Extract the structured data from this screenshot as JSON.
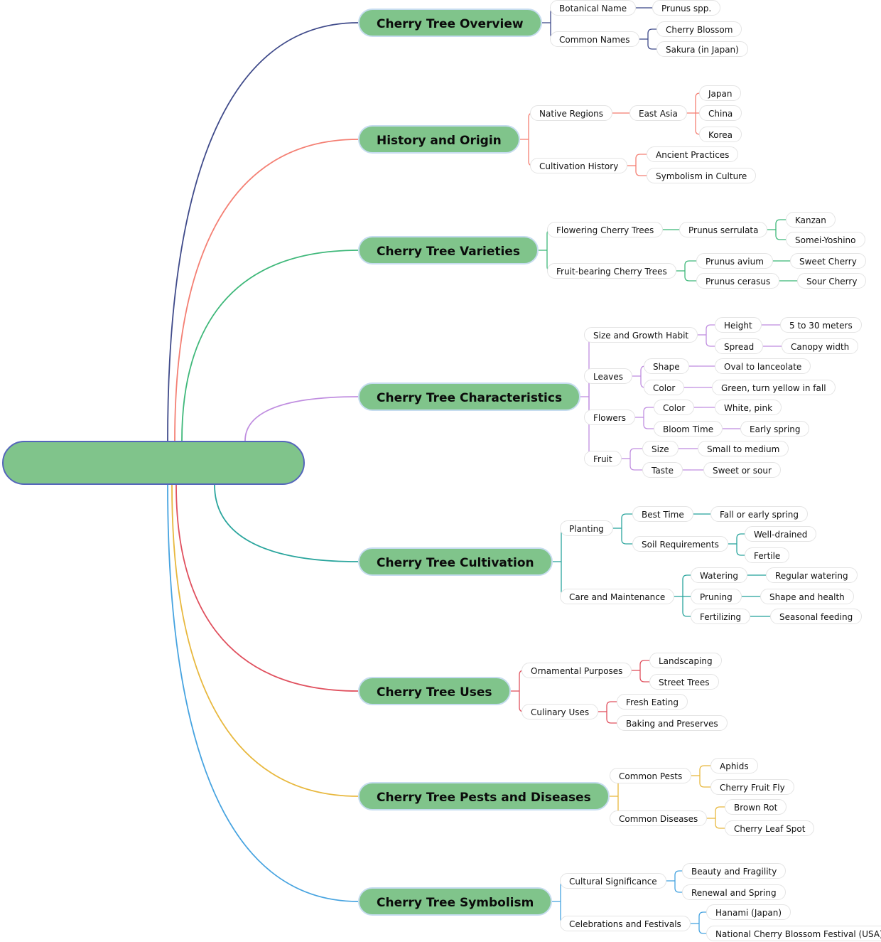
{
  "root": {
    "title": ""
  },
  "branches": [
    {
      "label": "Cherry Tree Overview",
      "color": "#3f4a8a",
      "children": [
        {
          "label": "Botanical Name",
          "children": [
            {
              "label": "Prunus spp."
            }
          ]
        },
        {
          "label": "Common Names",
          "children": [
            {
              "label": "Cherry Blossom"
            },
            {
              "label": "Sakura (in Japan)"
            }
          ]
        }
      ]
    },
    {
      "label": "History and Origin",
      "color": "#f47f73",
      "children": [
        {
          "label": "Native Regions",
          "children": [
            {
              "label": "East Asia",
              "children": [
                {
                  "label": "Japan"
                },
                {
                  "label": "China"
                },
                {
                  "label": "Korea"
                }
              ]
            }
          ]
        },
        {
          "label": "Cultivation History",
          "children": [
            {
              "label": "Ancient Practices"
            },
            {
              "label": "Symbolism in Culture"
            }
          ]
        }
      ]
    },
    {
      "label": "Cherry Tree Varieties",
      "color": "#3fb87a",
      "children": [
        {
          "label": "Flowering Cherry Trees",
          "children": [
            {
              "label": "Prunus serrulata",
              "children": [
                {
                  "label": "Kanzan"
                },
                {
                  "label": "Somei-Yoshino"
                }
              ]
            }
          ]
        },
        {
          "label": "Fruit-bearing Cherry Trees",
          "children": [
            {
              "label": "Prunus avium",
              "children": [
                {
                  "label": "Sweet Cherry"
                }
              ]
            },
            {
              "label": "Prunus cerasus",
              "children": [
                {
                  "label": "Sour Cherry"
                }
              ]
            }
          ]
        }
      ]
    },
    {
      "label": "Cherry Tree Characteristics",
      "color": "#c08ee0",
      "children": [
        {
          "label": "Size and Growth Habit",
          "children": [
            {
              "label": "Height",
              "children": [
                {
                  "label": "5 to 30 meters"
                }
              ]
            },
            {
              "label": "Spread",
              "children": [
                {
                  "label": "Canopy width"
                }
              ]
            }
          ]
        },
        {
          "label": "Leaves",
          "children": [
            {
              "label": "Shape",
              "children": [
                {
                  "label": "Oval to lanceolate"
                }
              ]
            },
            {
              "label": "Color",
              "children": [
                {
                  "label": "Green, turn yellow in fall"
                }
              ]
            }
          ]
        },
        {
          "label": "Flowers",
          "children": [
            {
              "label": "Color",
              "children": [
                {
                  "label": "White, pink"
                }
              ]
            },
            {
              "label": "Bloom Time",
              "children": [
                {
                  "label": "Early spring"
                }
              ]
            }
          ]
        },
        {
          "label": "Fruit",
          "children": [
            {
              "label": "Size",
              "children": [
                {
                  "label": "Small to medium"
                }
              ]
            },
            {
              "label": "Taste",
              "children": [
                {
                  "label": "Sweet or sour"
                }
              ]
            }
          ]
        }
      ]
    },
    {
      "label": "Cherry Tree Cultivation",
      "color": "#2aa59d",
      "children": [
        {
          "label": "Planting",
          "children": [
            {
              "label": "Best Time",
              "children": [
                {
                  "label": "Fall or early spring"
                }
              ]
            },
            {
              "label": "Soil Requirements",
              "children": [
                {
                  "label": "Well-drained"
                },
                {
                  "label": "Fertile"
                }
              ]
            }
          ]
        },
        {
          "label": "Care and Maintenance",
          "children": [
            {
              "label": "Watering",
              "children": [
                {
                  "label": "Regular watering"
                }
              ]
            },
            {
              "label": "Pruning",
              "children": [
                {
                  "label": "Shape and health"
                }
              ]
            },
            {
              "label": "Fertilizing",
              "children": [
                {
                  "label": "Seasonal feeding"
                }
              ]
            }
          ]
        }
      ]
    },
    {
      "label": "Cherry Tree Uses",
      "color": "#e0505e",
      "children": [
        {
          "label": "Ornamental Purposes",
          "children": [
            {
              "label": "Landscaping"
            },
            {
              "label": "Street Trees"
            }
          ]
        },
        {
          "label": "Culinary Uses",
          "children": [
            {
              "label": "Fresh Eating"
            },
            {
              "label": "Baking and Preserves"
            }
          ]
        }
      ]
    },
    {
      "label": "Cherry Tree Pests and Diseases",
      "color": "#e8b83e",
      "children": [
        {
          "label": "Common Pests",
          "children": [
            {
              "label": "Aphids"
            },
            {
              "label": "Cherry Fruit Fly"
            }
          ]
        },
        {
          "label": "Common Diseases",
          "children": [
            {
              "label": "Brown Rot"
            },
            {
              "label": "Cherry Leaf Spot"
            }
          ]
        }
      ]
    },
    {
      "label": "Cherry Tree Symbolism",
      "color": "#46a3e0",
      "children": [
        {
          "label": "Cultural Significance",
          "children": [
            {
              "label": "Beauty and Fragility"
            },
            {
              "label": "Renewal and Spring"
            }
          ]
        },
        {
          "label": "Celebrations and Festivals",
          "children": [
            {
              "label": "Hanami (Japan)"
            },
            {
              "label": "National Cherry Blossom Festival (USA)"
            }
          ]
        }
      ]
    }
  ]
}
